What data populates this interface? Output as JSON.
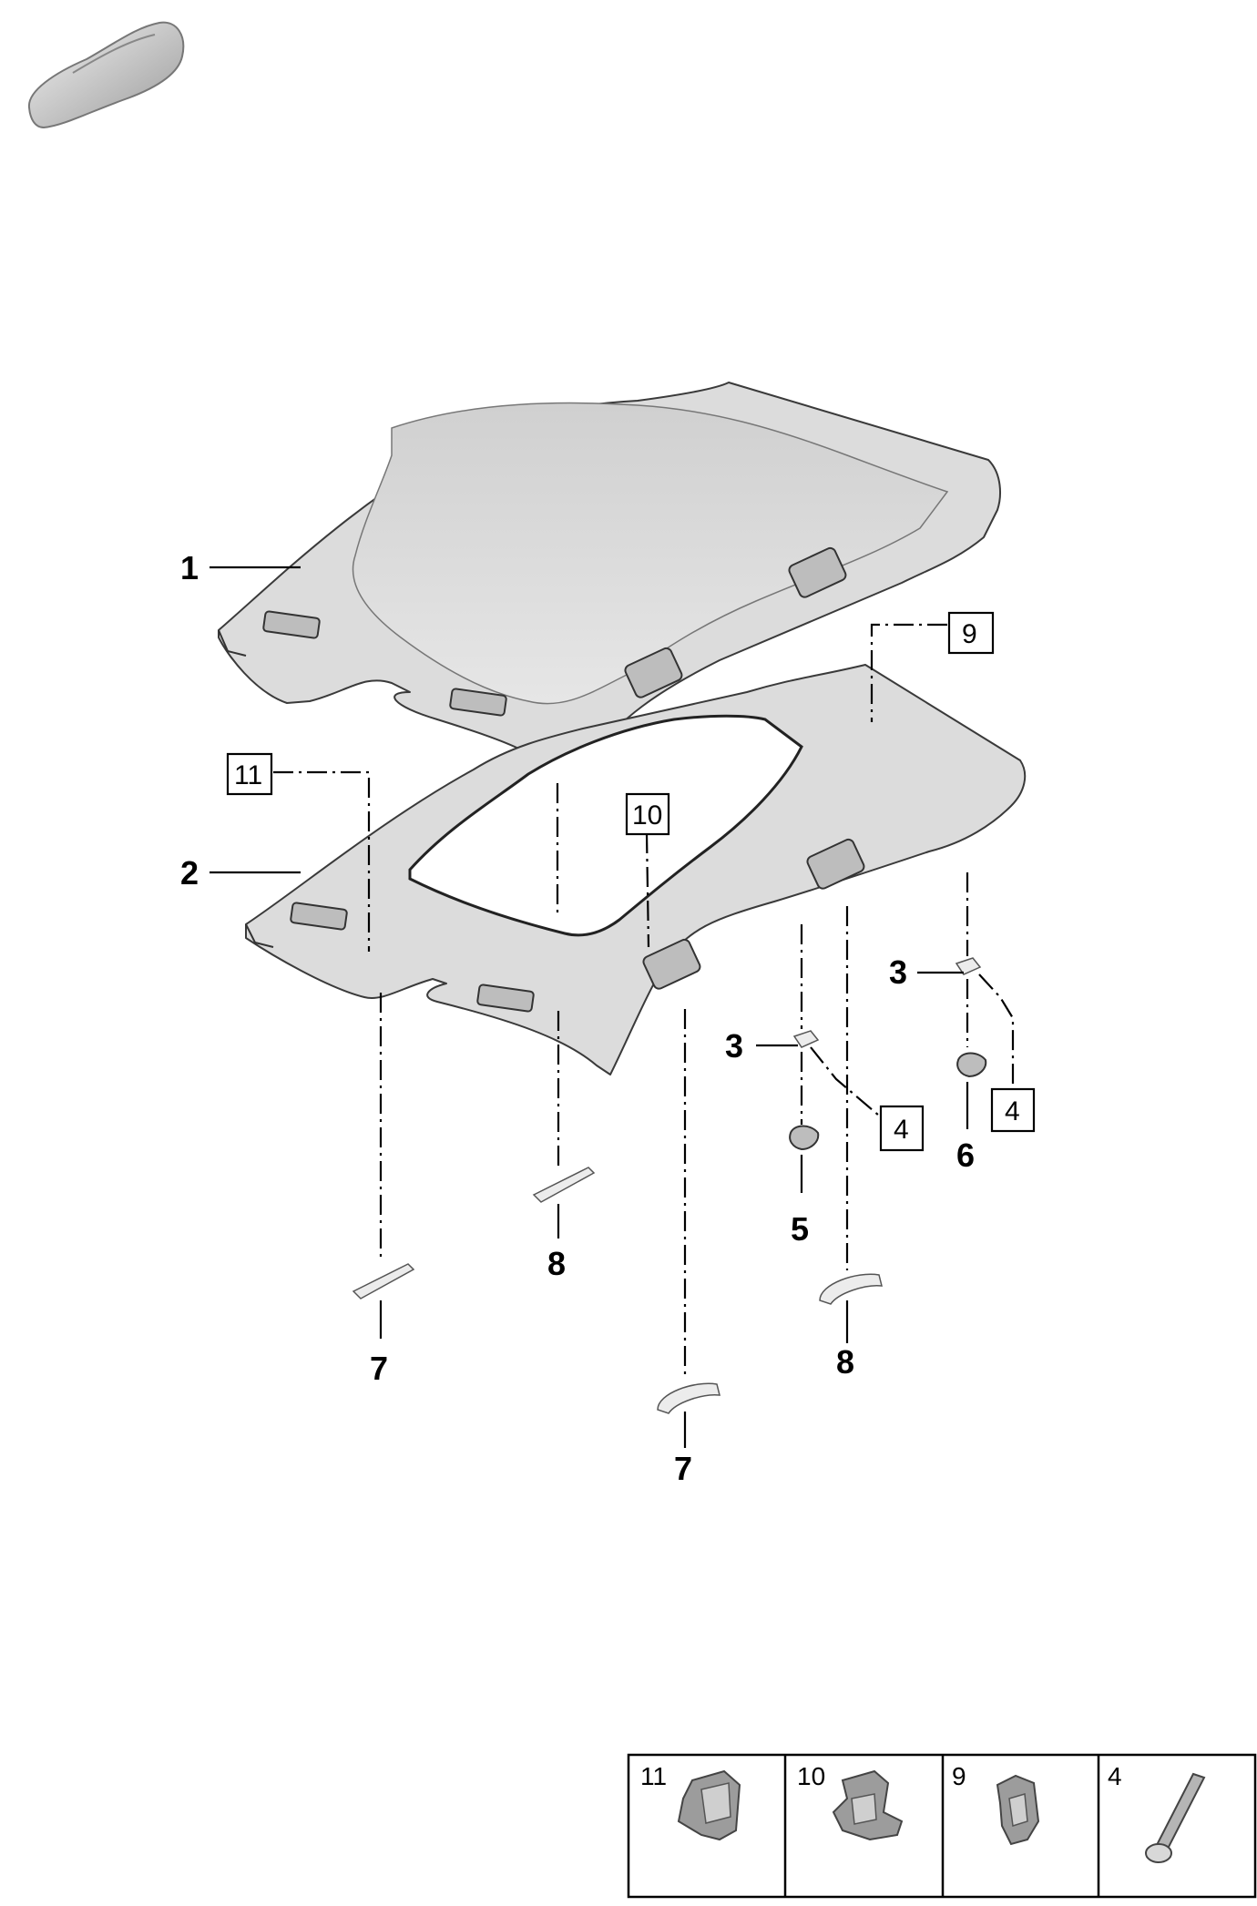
{
  "callouts": {
    "c1": "1",
    "c2": "2",
    "c3a": "3",
    "c3b": "3",
    "c5": "5",
    "c6": "6",
    "c7a": "7",
    "c7b": "7",
    "c8a": "8",
    "c8b": "8"
  },
  "boxed_callouts": {
    "b9": "9",
    "b10": "10",
    "b11": "11",
    "b4a": "4",
    "b4b": "4"
  },
  "legend": {
    "items": [
      {
        "number": "11",
        "icon": "clip-11-icon"
      },
      {
        "number": "10",
        "icon": "clip-10-icon"
      },
      {
        "number": "9",
        "icon": "clip-9-icon"
      },
      {
        "number": "4",
        "icon": "screw-icon"
      }
    ]
  }
}
